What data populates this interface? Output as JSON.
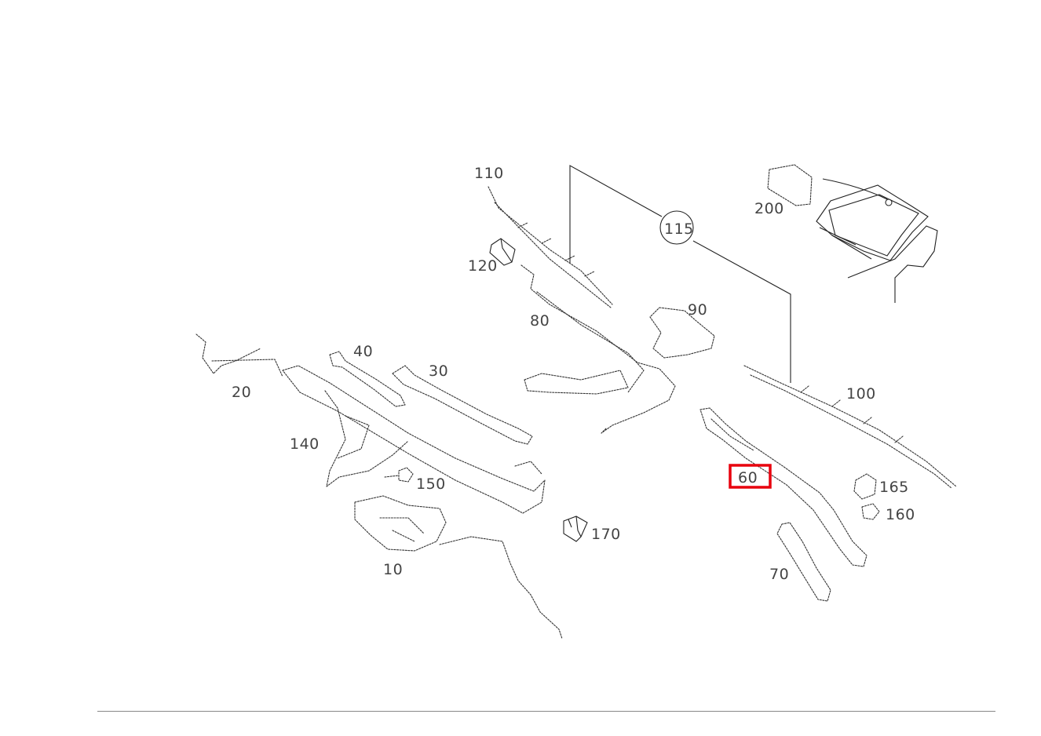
{
  "diagram": {
    "highlight_color": "#e8000d",
    "highlighted_part": "60",
    "labels": {
      "l10": "10",
      "l20": "20",
      "l30": "30",
      "l40": "40",
      "l60": "60",
      "l70": "70",
      "l80": "80",
      "l90": "90",
      "l100": "100",
      "l110": "110",
      "l115": "115",
      "l120": "120",
      "l140": "140",
      "l150": "150",
      "l160": "160",
      "l165": "165",
      "l170": "170",
      "l200": "200"
    }
  }
}
